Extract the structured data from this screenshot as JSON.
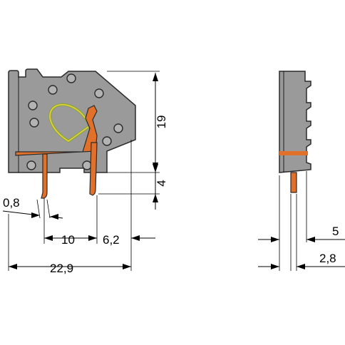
{
  "dimensions": {
    "height_body": "19",
    "height_pin": "4",
    "pin_thickness": "0,8",
    "pin_spacing": "10",
    "pin_offset": "6,2",
    "overall_width": "22,9",
    "side_offset": "5",
    "side_pin_offset": "2,8"
  },
  "colors": {
    "housing": "#9a9a9a",
    "pin": "#e0702a",
    "spring_yellow": "#e8d23a",
    "spring_green": "#8aa63a",
    "outline": "#2b2b2b"
  }
}
